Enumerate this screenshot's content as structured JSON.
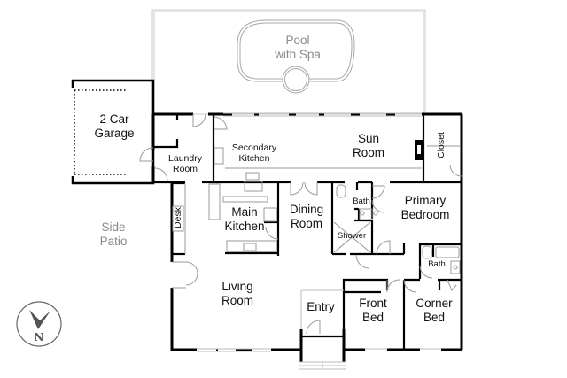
{
  "plan": {
    "outdoor": {
      "pool_label": "Pool\nwith Spa",
      "side_patio_label": "Side\nPatio"
    },
    "rooms": {
      "garage": "2 Car\nGarage",
      "laundry": "Laundry\nRoom",
      "secondary_kitchen": "Secondary\nKitchen",
      "sun_room": "Sun\nRoom",
      "closet": "Closet",
      "desk": "Desk",
      "main_kitchen": "Main\nKitchen",
      "dining": "Dining\nRoom",
      "primary_bath": "Bath",
      "shower": "Shower",
      "primary_bedroom": "Primary\nBedroom",
      "hall_bath": "Bath",
      "living": "Living\nRoom",
      "entry": "Entry",
      "front_bed": "Front\nBed",
      "corner_bed": "Corner\nBed"
    },
    "compass": {
      "label": "N"
    },
    "colors": {
      "wall": "#000000",
      "fixture": "#9a9a9a",
      "outdoor_text": "#8a8a8a"
    }
  }
}
